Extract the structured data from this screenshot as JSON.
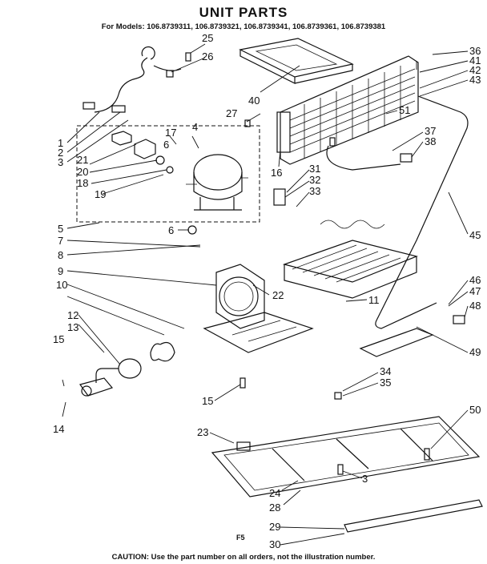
{
  "header": {
    "title": "UNIT PARTS",
    "models": "For Models: 106.8739311, 106.8739321, 106.8739341, 106.8739361, 106.8739381"
  },
  "footer": {
    "caution": "CAUTION: Use the part number on all orders, not the illustration number.",
    "page_code": "F5"
  },
  "callouts": [
    "1",
    "2",
    "3",
    "4",
    "5",
    "6",
    "6",
    "7",
    "8",
    "9",
    "10",
    "11",
    "12",
    "13",
    "14",
    "15",
    "15",
    "16",
    "17",
    "18",
    "19",
    "20",
    "21",
    "22",
    "23",
    "24",
    "25",
    "26",
    "27",
    "28",
    "29",
    "30",
    "3",
    "31",
    "32",
    "33",
    "34",
    "35",
    "36",
    "37",
    "38",
    "40",
    "41",
    "42",
    "43",
    "45",
    "46",
    "47",
    "48",
    "49",
    "50",
    "51"
  ]
}
